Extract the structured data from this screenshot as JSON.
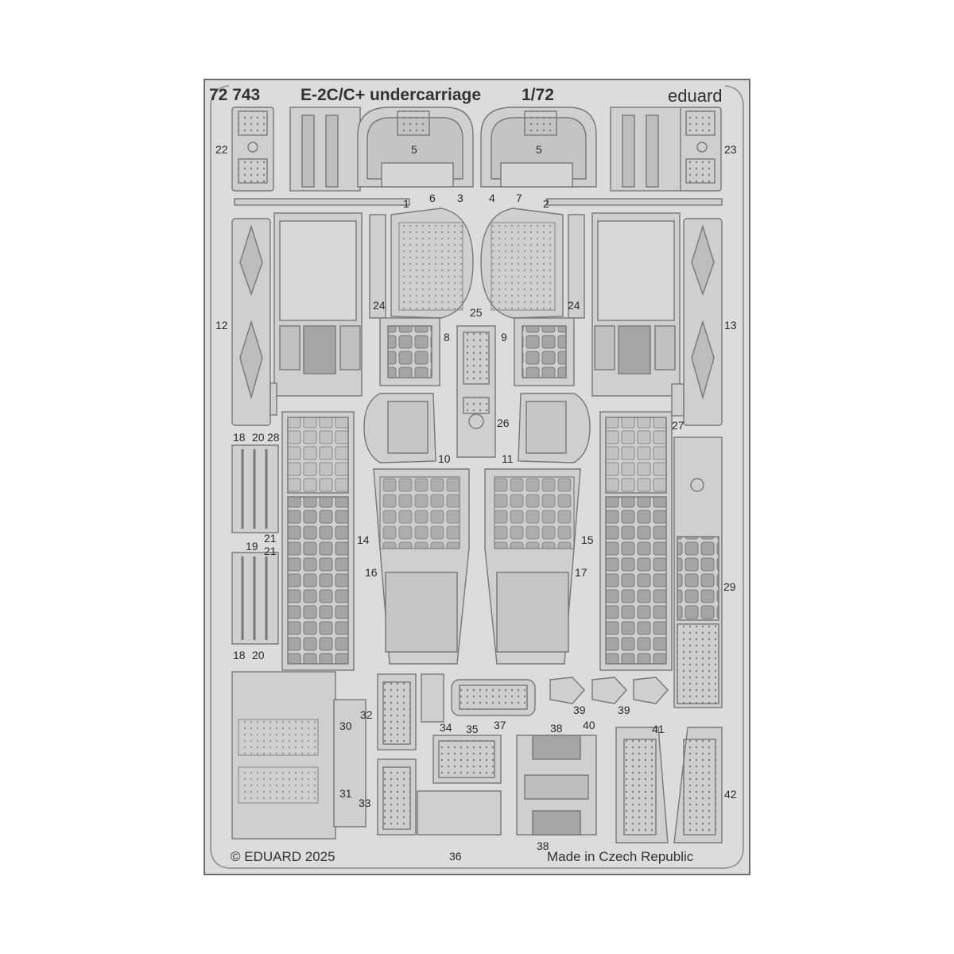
{
  "header": {
    "code": "72 743",
    "title": "E-2C/C+ undercarriage",
    "scale": "1/72",
    "brand": "eduard"
  },
  "footer": {
    "copyright": "© EDUARD 2025",
    "origin": "Made in Czech Republic"
  },
  "part_numbers": [
    "22",
    "23",
    "5",
    "5",
    "1",
    "6",
    "3",
    "4",
    "7",
    "2",
    "24",
    "24",
    "25",
    "12",
    "13",
    "8",
    "9",
    "26",
    "10",
    "11",
    "18",
    "20",
    "28",
    "27",
    "14",
    "15",
    "16",
    "17",
    "19",
    "21",
    "21",
    "29",
    "18",
    "20",
    "30",
    "32",
    "34",
    "35",
    "37",
    "38",
    "40",
    "41",
    "39",
    "39",
    "31",
    "33",
    "36",
    "38",
    "42"
  ],
  "colors": {
    "fret_fill": "#dcdcdc",
    "fret_border": "#6e6e6e",
    "part_fill": "#cfcfcf",
    "part_stroke": "#777777",
    "dark_panel": "#a5a5a5",
    "text": "#2a2a2a"
  }
}
